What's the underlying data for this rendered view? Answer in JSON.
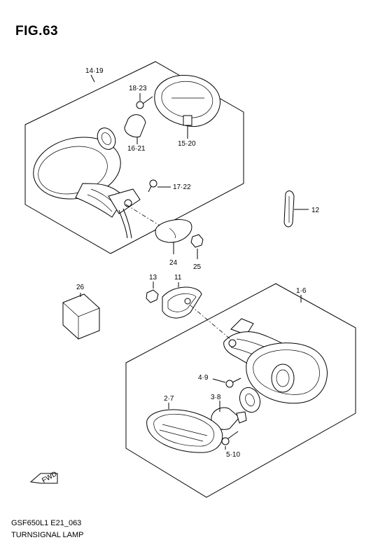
{
  "figure": {
    "title": "FIG.63"
  },
  "footer": {
    "code": "GSF650L1 E21_063",
    "caption": "TURNSIGNAL LAMP"
  },
  "labels": {
    "p14_19": "14·19",
    "p18_23": "18·23",
    "p16_21": "16·21",
    "p15_20": "15·20",
    "p17_22": "17·22",
    "p12": "12",
    "p24": "24",
    "p25": "25",
    "p26": "26",
    "p13": "13",
    "p11": "11",
    "p1_6": "1·6",
    "p4_9": "4·9",
    "p2_7": "2·7",
    "p3_8": "3·8",
    "p5_10": "5·10"
  },
  "fwd_label": "FWD"
}
